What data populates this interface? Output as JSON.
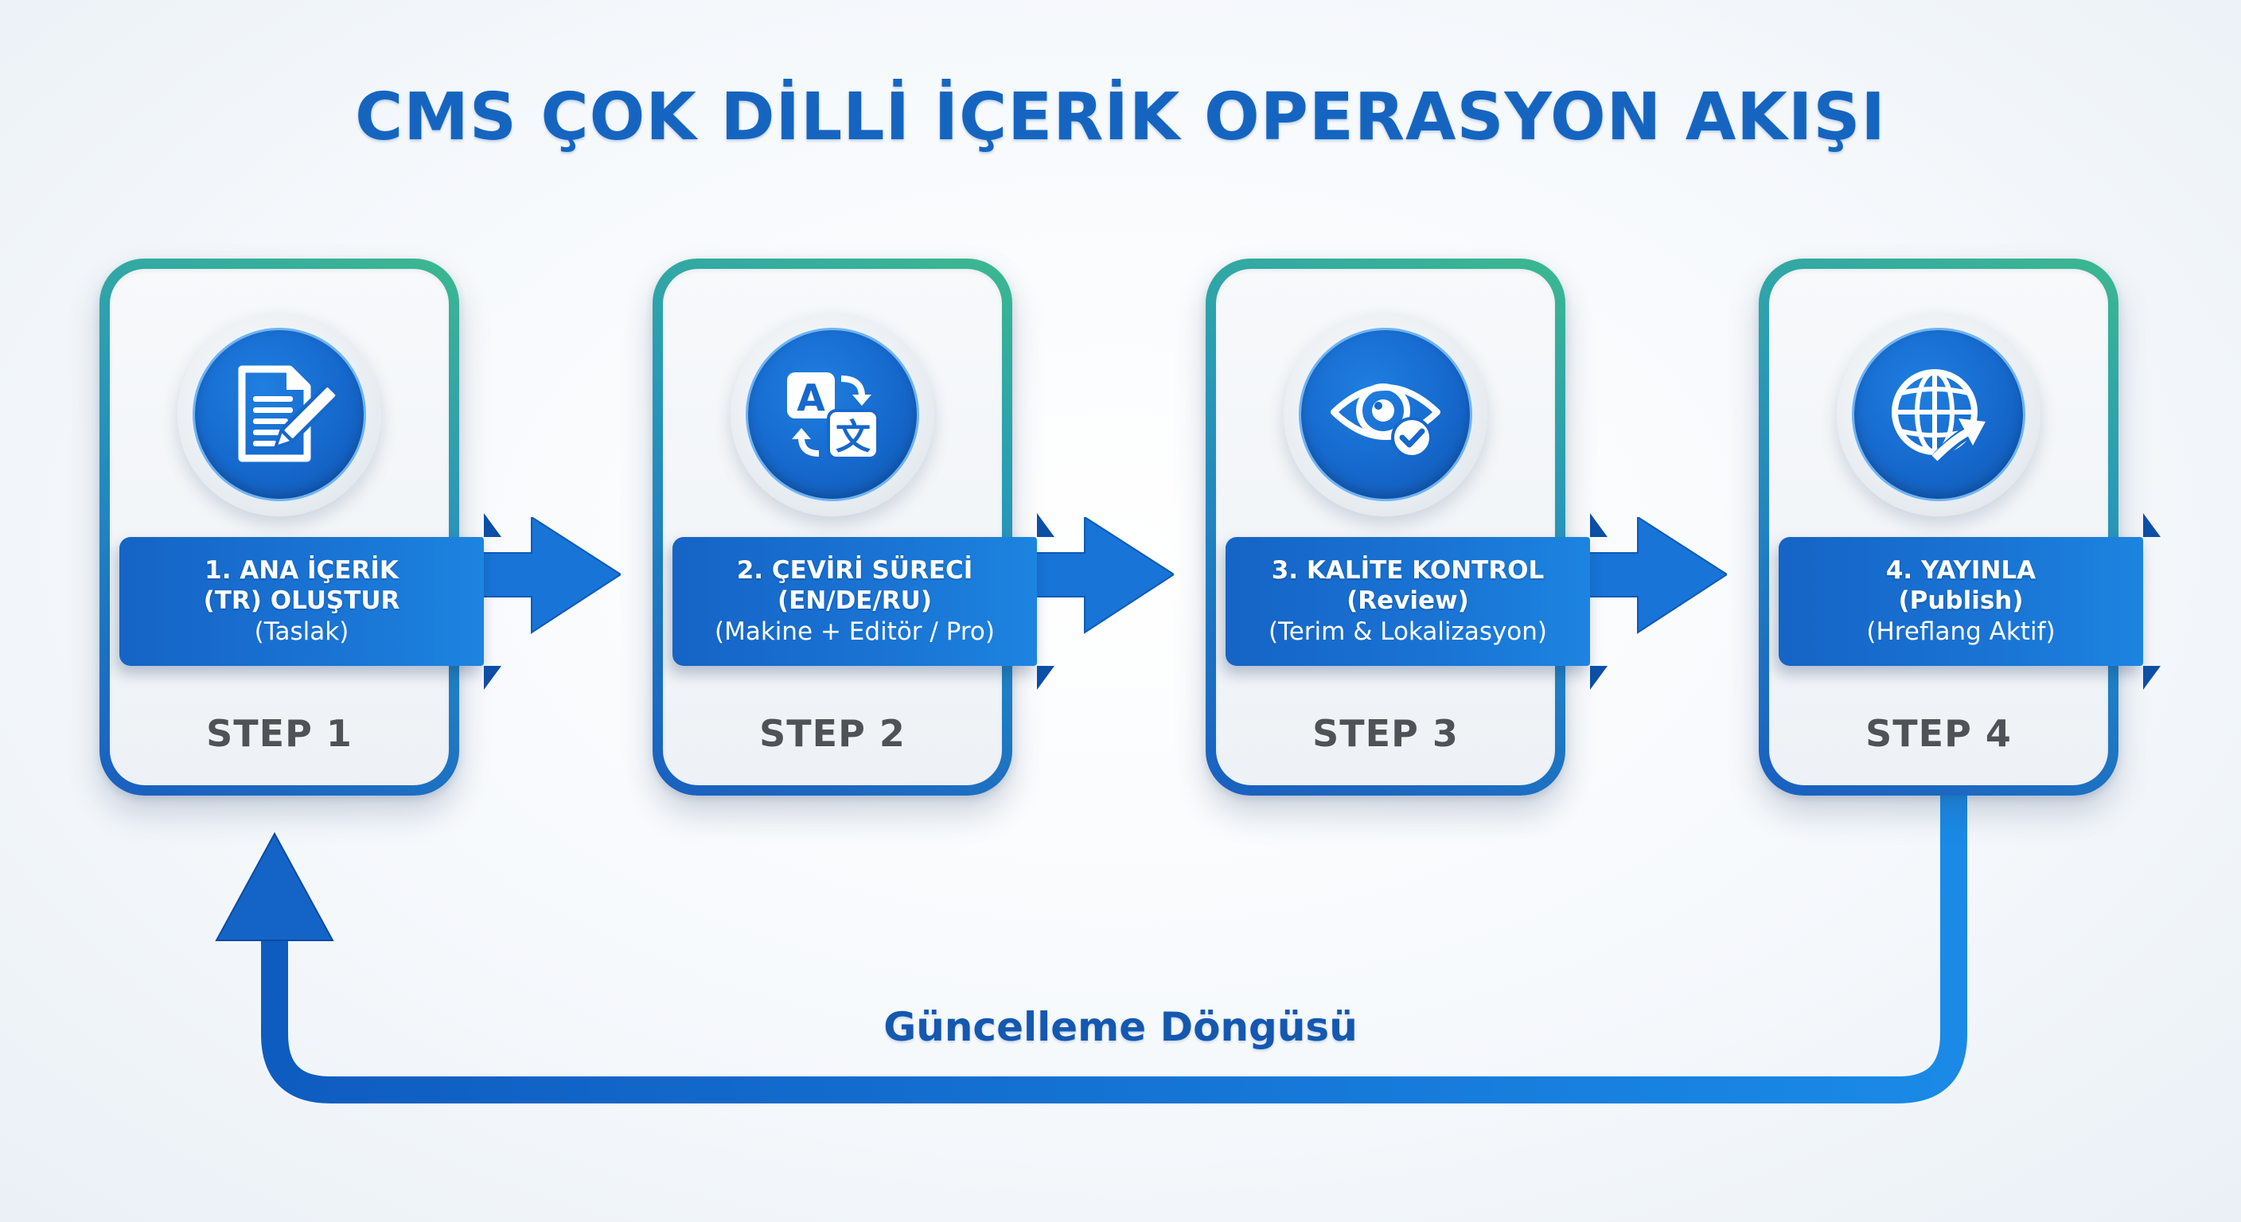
{
  "title": "CMS ÇOK DİLLİ İÇERİK OPERASYON AKIŞI",
  "colors": {
    "primary_blue": "#1668cc",
    "title_blue": "#1565c0",
    "teal": "#3cb88f",
    "step_gray": "#4f5358",
    "background": "#f4f7fa"
  },
  "steps": [
    {
      "icon": "document-edit-icon",
      "line1": "1. ANA İÇERİK",
      "line2": "(TR) OLUŞTUR",
      "line3": "(Taslak)",
      "step_label": "STEP 1"
    },
    {
      "icon": "translate-icon",
      "line1": "2. ÇEVİRİ SÜRECİ",
      "line2": "(EN/DE/RU)",
      "line3": "(Makine + Editör / Pro)",
      "step_label": "STEP 2"
    },
    {
      "icon": "eye-check-icon",
      "line1": "3. KALİTE KONTROL",
      "line2": "(Review)",
      "line3": "(Terim & Lokalizasyon)",
      "step_label": "STEP 3"
    },
    {
      "icon": "globe-arrow-icon",
      "line1": "4. YAYINLA",
      "line2": "(Publish)",
      "line3": "(Hreflang Aktif)",
      "step_label": "STEP 4"
    }
  ],
  "loop": {
    "label": "Güncelleme Döngüsü",
    "from_step": 4,
    "to_step": 1
  },
  "icon_glyphs": {
    "translate_a": "A",
    "translate_zh": "文"
  }
}
